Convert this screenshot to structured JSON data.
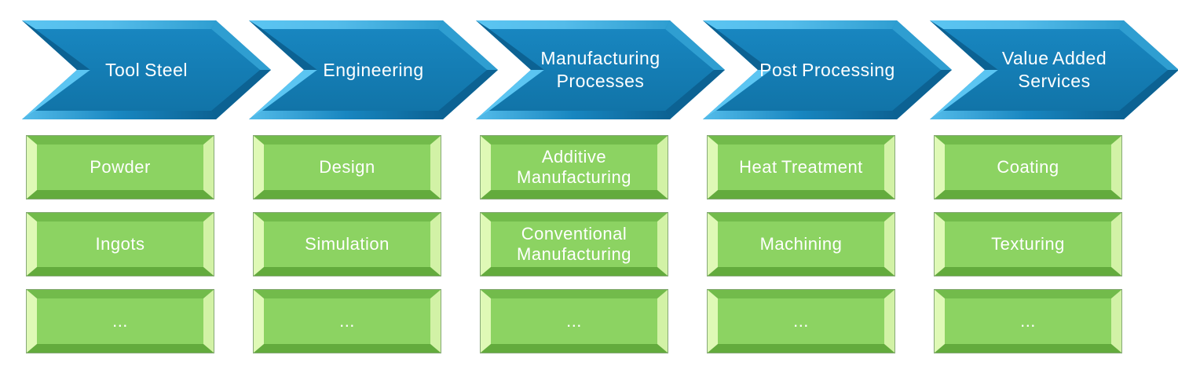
{
  "columns": [
    {
      "header": "Tool Steel",
      "items": [
        "Powder",
        "Ingots",
        "..."
      ]
    },
    {
      "header": "Engineering",
      "items": [
        "Design",
        "Simulation",
        "..."
      ]
    },
    {
      "header": "Manufacturing Processes",
      "items": [
        "Additive Manufacturing",
        "Conventional Manufacturing",
        "..."
      ]
    },
    {
      "header": "Post Processing",
      "items": [
        "Heat Treatment",
        "Machining",
        "..."
      ]
    },
    {
      "header": "Value Added Services",
      "items": [
        "Coating",
        "Texturing",
        "..."
      ]
    }
  ],
  "colors": {
    "chevron-base": "#1886C0",
    "chevron-base-dark": "#1174A8",
    "chevron-light": "#54BCEA",
    "chevron-lighter": "#5BC5F2",
    "chevron-mid-light": "#2F9ED1",
    "chevron-dark": "#0C6293",
    "box-base": "#8CD362",
    "box-top": "#72BB4B",
    "box-bottom": "#63AB3D",
    "box-side": "#DFF9B6",
    "box-side2": "#D2F2A6",
    "box-edge": "#86A877",
    "text": "#FFFFFF"
  }
}
